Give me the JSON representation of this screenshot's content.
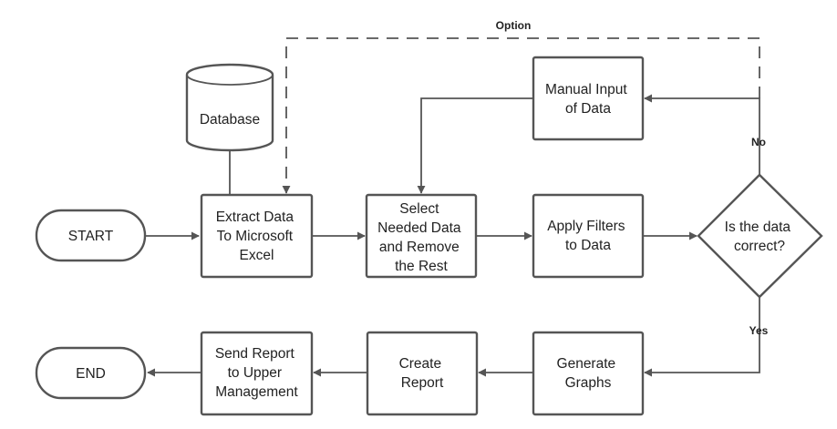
{
  "nodes": {
    "start": {
      "label": "START"
    },
    "end": {
      "label": "END"
    },
    "database": {
      "label": "Database"
    },
    "extract": {
      "lines": [
        "Extract Data",
        "To Microsoft",
        "Excel"
      ]
    },
    "select": {
      "lines": [
        "Select",
        "Needed Data",
        "and Remove",
        "the Rest"
      ]
    },
    "filters": {
      "lines": [
        "Apply Filters",
        "to Data"
      ]
    },
    "manual": {
      "lines": [
        "Manual Input",
        "of Data"
      ]
    },
    "decision": {
      "lines": [
        "Is the data",
        "correct?"
      ]
    },
    "graphs": {
      "lines": [
        "Generate",
        "Graphs"
      ]
    },
    "report": {
      "lines": [
        "Create",
        "Report"
      ]
    },
    "send": {
      "lines": [
        "Send Report",
        "to Upper",
        "Management"
      ]
    }
  },
  "edge_labels": {
    "option": "Option",
    "no": "No",
    "yes": "Yes"
  },
  "colors": {
    "stroke": "#555555",
    "text": "#222222",
    "background": "#ffffff"
  }
}
